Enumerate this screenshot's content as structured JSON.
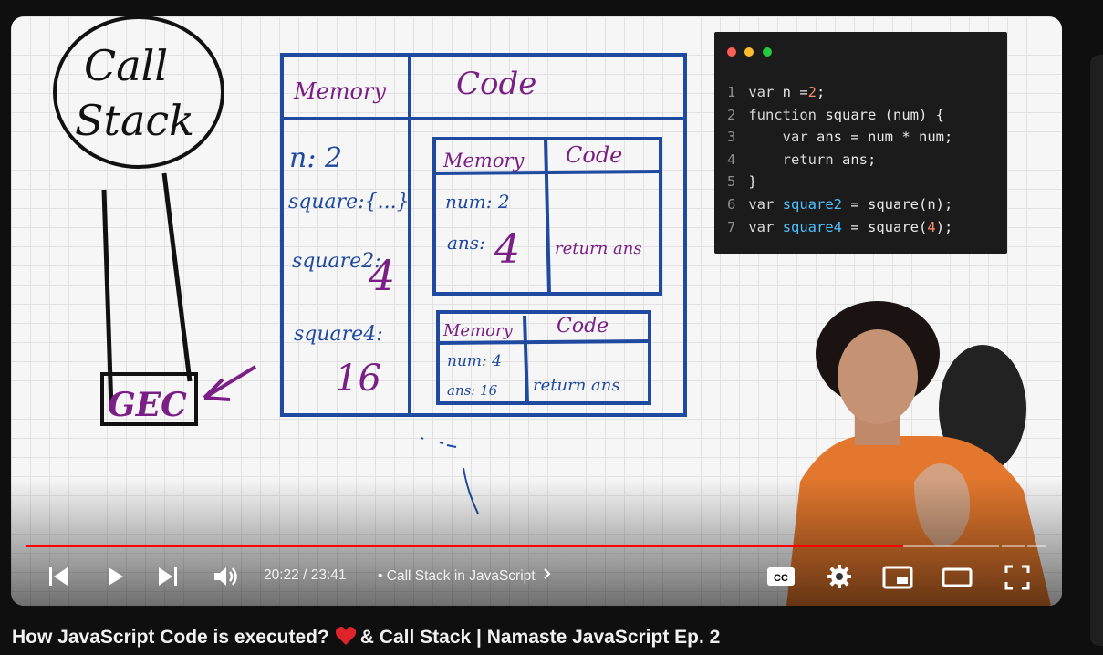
{
  "player": {
    "current_time": "20:22",
    "separator": "/",
    "duration": "23:41",
    "chapter_bullet": "•",
    "chapter": "Call Stack in JavaScript",
    "progress": 0.86
  },
  "whiteboard": {
    "call_stack_title_line1": "Call",
    "call_stack_title_line2": "Stack",
    "gec": "GEC",
    "memory_header": "Memory",
    "code_header": "Code",
    "mem_n": "n: 2",
    "mem_square": "square:{...}",
    "mem_square2": "square2:",
    "mem_square2_val": "4",
    "mem_square4": "square4:",
    "mem_square4_val": "16",
    "inner1_memory": "Memory",
    "inner1_code": "Code",
    "inner1_num": "num: 2",
    "inner1_ans_label": "ans:",
    "inner1_ans_val": "4",
    "inner1_return": "return ans",
    "inner2_memory": "Memory",
    "inner2_code": "Code",
    "inner2_num": "num: 4",
    "inner2_ans": "ans: 16",
    "inner2_return": "return ans"
  },
  "code_snippet": {
    "lines": [
      {
        "n": "1",
        "text": "var n =2;"
      },
      {
        "n": "2",
        "text": "function square (num) {"
      },
      {
        "n": "3",
        "text": "    var ans = num * num;"
      },
      {
        "n": "4",
        "text": "    return ans;"
      },
      {
        "n": "5",
        "text": "}"
      },
      {
        "n": "6",
        "text": "var square2 = square(n);"
      },
      {
        "n": "7",
        "text": "var square4 = square(4);"
      }
    ]
  },
  "video_title": {
    "part1": "How JavaScript Code is executed?",
    "part2": "& Call Stack | Namaste JavaScript Ep. 2"
  },
  "colors": {
    "ink_blue": "#1f4aa0",
    "ink_purple": "#7a1f86",
    "progress_red": "#ff0000",
    "heart": "#e0222b"
  }
}
